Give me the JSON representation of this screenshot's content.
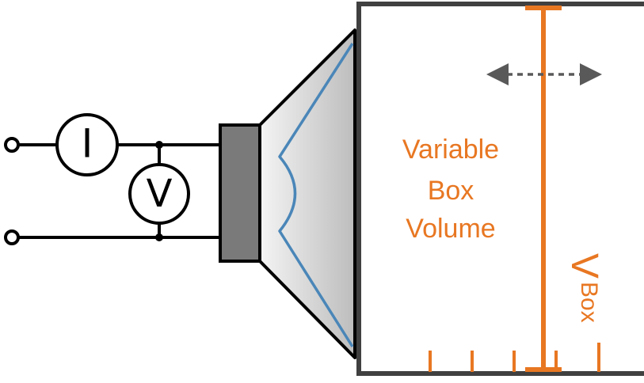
{
  "diagram": {
    "ammeter_label": "I",
    "voltmeter_label": "V",
    "box_label_lines": [
      "Variable",
      "Box",
      "Volume"
    ],
    "vbox_main": "V",
    "vbox_sub": "Box",
    "colors": {
      "line": "#000000",
      "frame": "#404040",
      "accent": "#e87722",
      "magnet": "#7a7a7a",
      "cone_edge": "#4a86b8",
      "cone_fill_light": "#f4f4f4",
      "cone_fill_dark": "#bdbdbd",
      "arrow": "#595959"
    },
    "icons": {
      "terminals": "terminal-circle-icon",
      "ammeter": "ammeter-icon",
      "voltmeter": "voltmeter-icon",
      "loudspeaker": "loudspeaker-icon",
      "movable_wall": "double-arrow-icon"
    }
  }
}
